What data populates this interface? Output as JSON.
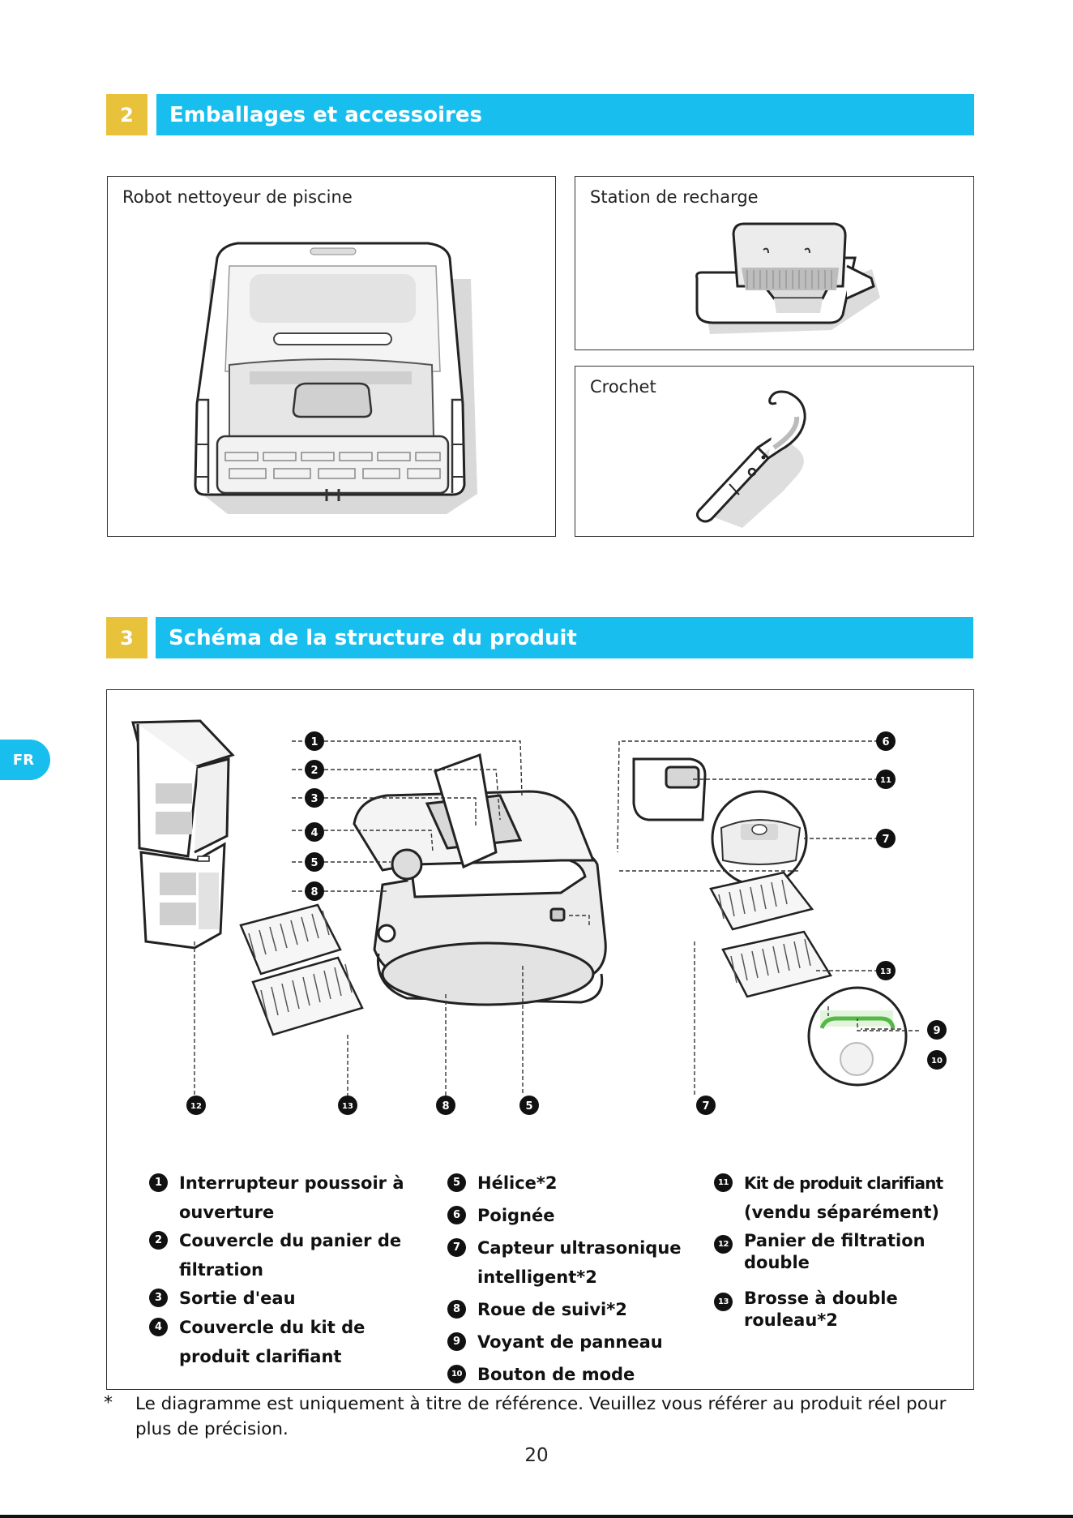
{
  "side_tab": "FR",
  "section2": {
    "number": "2",
    "title": "Emballages et accessoires"
  },
  "section3": {
    "number": "3",
    "title": "Schéma de la structure du produit"
  },
  "boxes": {
    "robot": "Robot nettoyeur de piscine",
    "station": "Station de recharge",
    "hook": "Crochet"
  },
  "callouts": [
    "1",
    "2",
    "3",
    "4",
    "5",
    "6",
    "7",
    "8",
    "9",
    "10",
    "11",
    "12",
    "13"
  ],
  "legend": [
    {
      "num": "1",
      "lines": [
        "Interrupteur poussoir à",
        "ouverture"
      ]
    },
    {
      "num": "2",
      "lines": [
        "Couvercle du panier de",
        "filtration"
      ]
    },
    {
      "num": "3",
      "lines": [
        "Sortie d'eau"
      ]
    },
    {
      "num": "4",
      "lines": [
        "Couvercle du kit de",
        "produit clarifiant"
      ]
    },
    {
      "num": "5",
      "lines": [
        "Hélice*2"
      ]
    },
    {
      "num": "6",
      "lines": [
        "Poignée"
      ]
    },
    {
      "num": "7",
      "lines": [
        "Capteur ultrasonique",
        "intelligent*2"
      ]
    },
    {
      "num": "8",
      "lines": [
        "Roue de suivi*2"
      ]
    },
    {
      "num": "9",
      "lines": [
        "Voyant de panneau"
      ]
    },
    {
      "num": "10",
      "lines": [
        "Bouton de mode"
      ]
    },
    {
      "num": "11",
      "lines": [
        "Kit de produit clarifiant",
        "(vendu séparément)"
      ]
    },
    {
      "num": "12",
      "lines": [
        "Panier de filtration",
        "double"
      ]
    },
    {
      "num": "13",
      "lines": [
        "Brosse à double",
        "rouleau*2"
      ]
    }
  ],
  "note": {
    "star": "*",
    "text": "Le diagramme est uniquement à titre de référence. Veuillez vous référer au produit réel pour plus de précision."
  },
  "page_number": "20"
}
